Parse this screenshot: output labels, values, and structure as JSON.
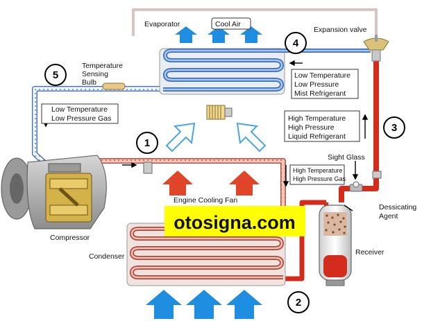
{
  "labels": {
    "evaporator": "Evaporator",
    "cool_air": "Cool Air",
    "expansion_valve": "Expansion valve",
    "temp_bulb_1": "Temperature",
    "temp_bulb_2": "Sensing",
    "temp_bulb_3": "Bulb",
    "lt_gas_1": "Low Temperature",
    "lt_gas_2": "Low Pressure Gas",
    "lt_mist_1": "Low Temperature",
    "lt_mist_2": "Low Pressure",
    "lt_mist_3": "Mist Refrigerant",
    "ht_liquid_1": "High Temperature",
    "ht_liquid_2": "High Pressure",
    "ht_liquid_3": "Liquid Refrigerant",
    "sight_glass": "Sight Glass",
    "ht_gas_1": "High Temperature",
    "ht_gas_2": "High Pressure Gas",
    "engine_fan": "Engine Cooling Fan",
    "dessicating_1": "Dessicating",
    "dessicating_2": "Agent",
    "compressor": "Compressor",
    "condenser": "Condenser",
    "receiver": "Receiver"
  },
  "steps": [
    "1",
    "2",
    "3",
    "4",
    "5"
  ],
  "watermark": "otosigna.com",
  "colors": {
    "hot_pipe": "#d42c1c",
    "cold_pipe": "#5b8fd6",
    "cold_arrow": "#1f8ee0",
    "warm_arrow": "#e0452a",
    "watermark_bg": "#ffff00"
  }
}
